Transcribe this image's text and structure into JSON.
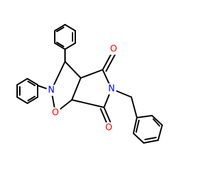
{
  "colors": {
    "bond": "#000000",
    "nitrogen": "#0000ff",
    "oxygen": "#ff0000",
    "background": "#ffffff"
  },
  "atoms": {
    "n_isoxazolidine": "N",
    "o_isoxazolidine": "O",
    "n_imide": "N",
    "o_carbonyl_top": "O",
    "o_carbonyl_bottom": "O"
  }
}
